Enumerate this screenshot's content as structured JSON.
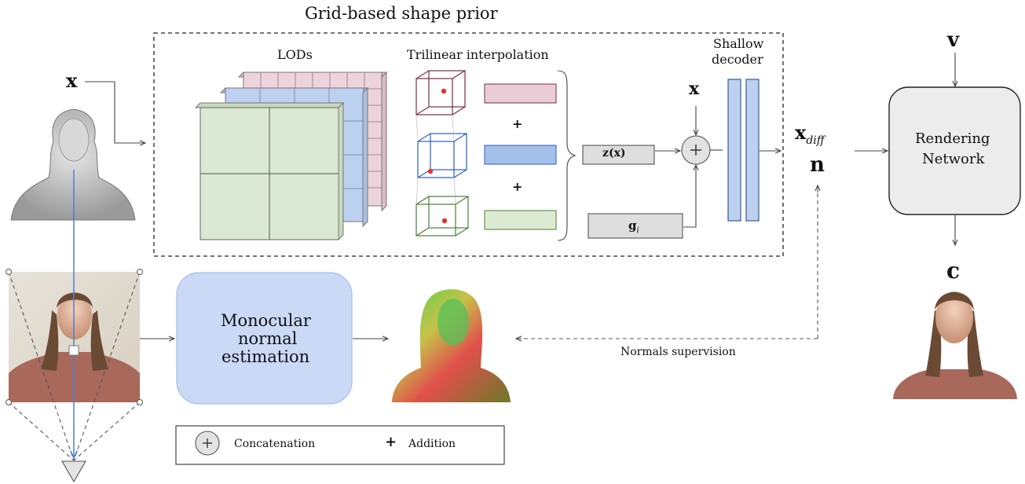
{
  "diagram": {
    "title": "Grid-based shape prior",
    "labels": {
      "lods": "LODs",
      "trilinear": "Trilinear interpolation",
      "shallow_decoder_line1": "Shallow",
      "shallow_decoder_line2": "decoder",
      "x_input": "x",
      "x_concat": "x",
      "z_of_x": "z(x)",
      "g_i": "g",
      "g_i_sub": "i",
      "x_diff": "x",
      "x_diff_sub": "diff",
      "n": "n",
      "v": "v",
      "c": "c",
      "rendering_line1": "Rendering",
      "rendering_line2": "Network",
      "monocular_line1": "Monocular",
      "monocular_line2": "normal",
      "monocular_line3": "estimation",
      "normals_supervision": "Normals supervision",
      "plus": "+"
    },
    "legend": {
      "concatenation": "Concatenation",
      "addition": "Addition"
    },
    "colors": {
      "lod_coarse": "#dbe8d3",
      "lod_mid": "#bcd0f0",
      "lod_fine": "#ecd3dc",
      "feat_pink": "#e8cdd6",
      "feat_blue": "#a5c0e8",
      "feat_green": "#dcebd2",
      "decoder": "#bcd0f0",
      "box_grey": "#dedede",
      "monocular_fill": "#c9d9f6",
      "render_fill": "#ececec",
      "cam_ray": "#4a7fd6"
    }
  }
}
